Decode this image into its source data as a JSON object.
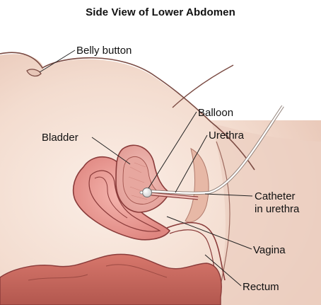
{
  "title": "Side View of Lower Abdomen",
  "labels": {
    "belly_button": "Belly button",
    "balloon": "Balloon",
    "bladder": "Bladder",
    "urethra": "Urethra",
    "catheter_line1": "Catheter",
    "catheter_line2": "in urethra",
    "vagina": "Vagina",
    "rectum": "Rectum"
  },
  "colors": {
    "skin": "#f6dfd1",
    "skin_dark": "#e2bca8",
    "body_shade": "#ead3c6",
    "bladder_wall": "#e9a69f",
    "bladder_inner": "#d98a86",
    "uterus": "#ee9b96",
    "uterus_outline": "#8a3b3a",
    "rectum": "#c9695f",
    "outline": "#7a4a42",
    "catheter": "#ffffff"
  }
}
